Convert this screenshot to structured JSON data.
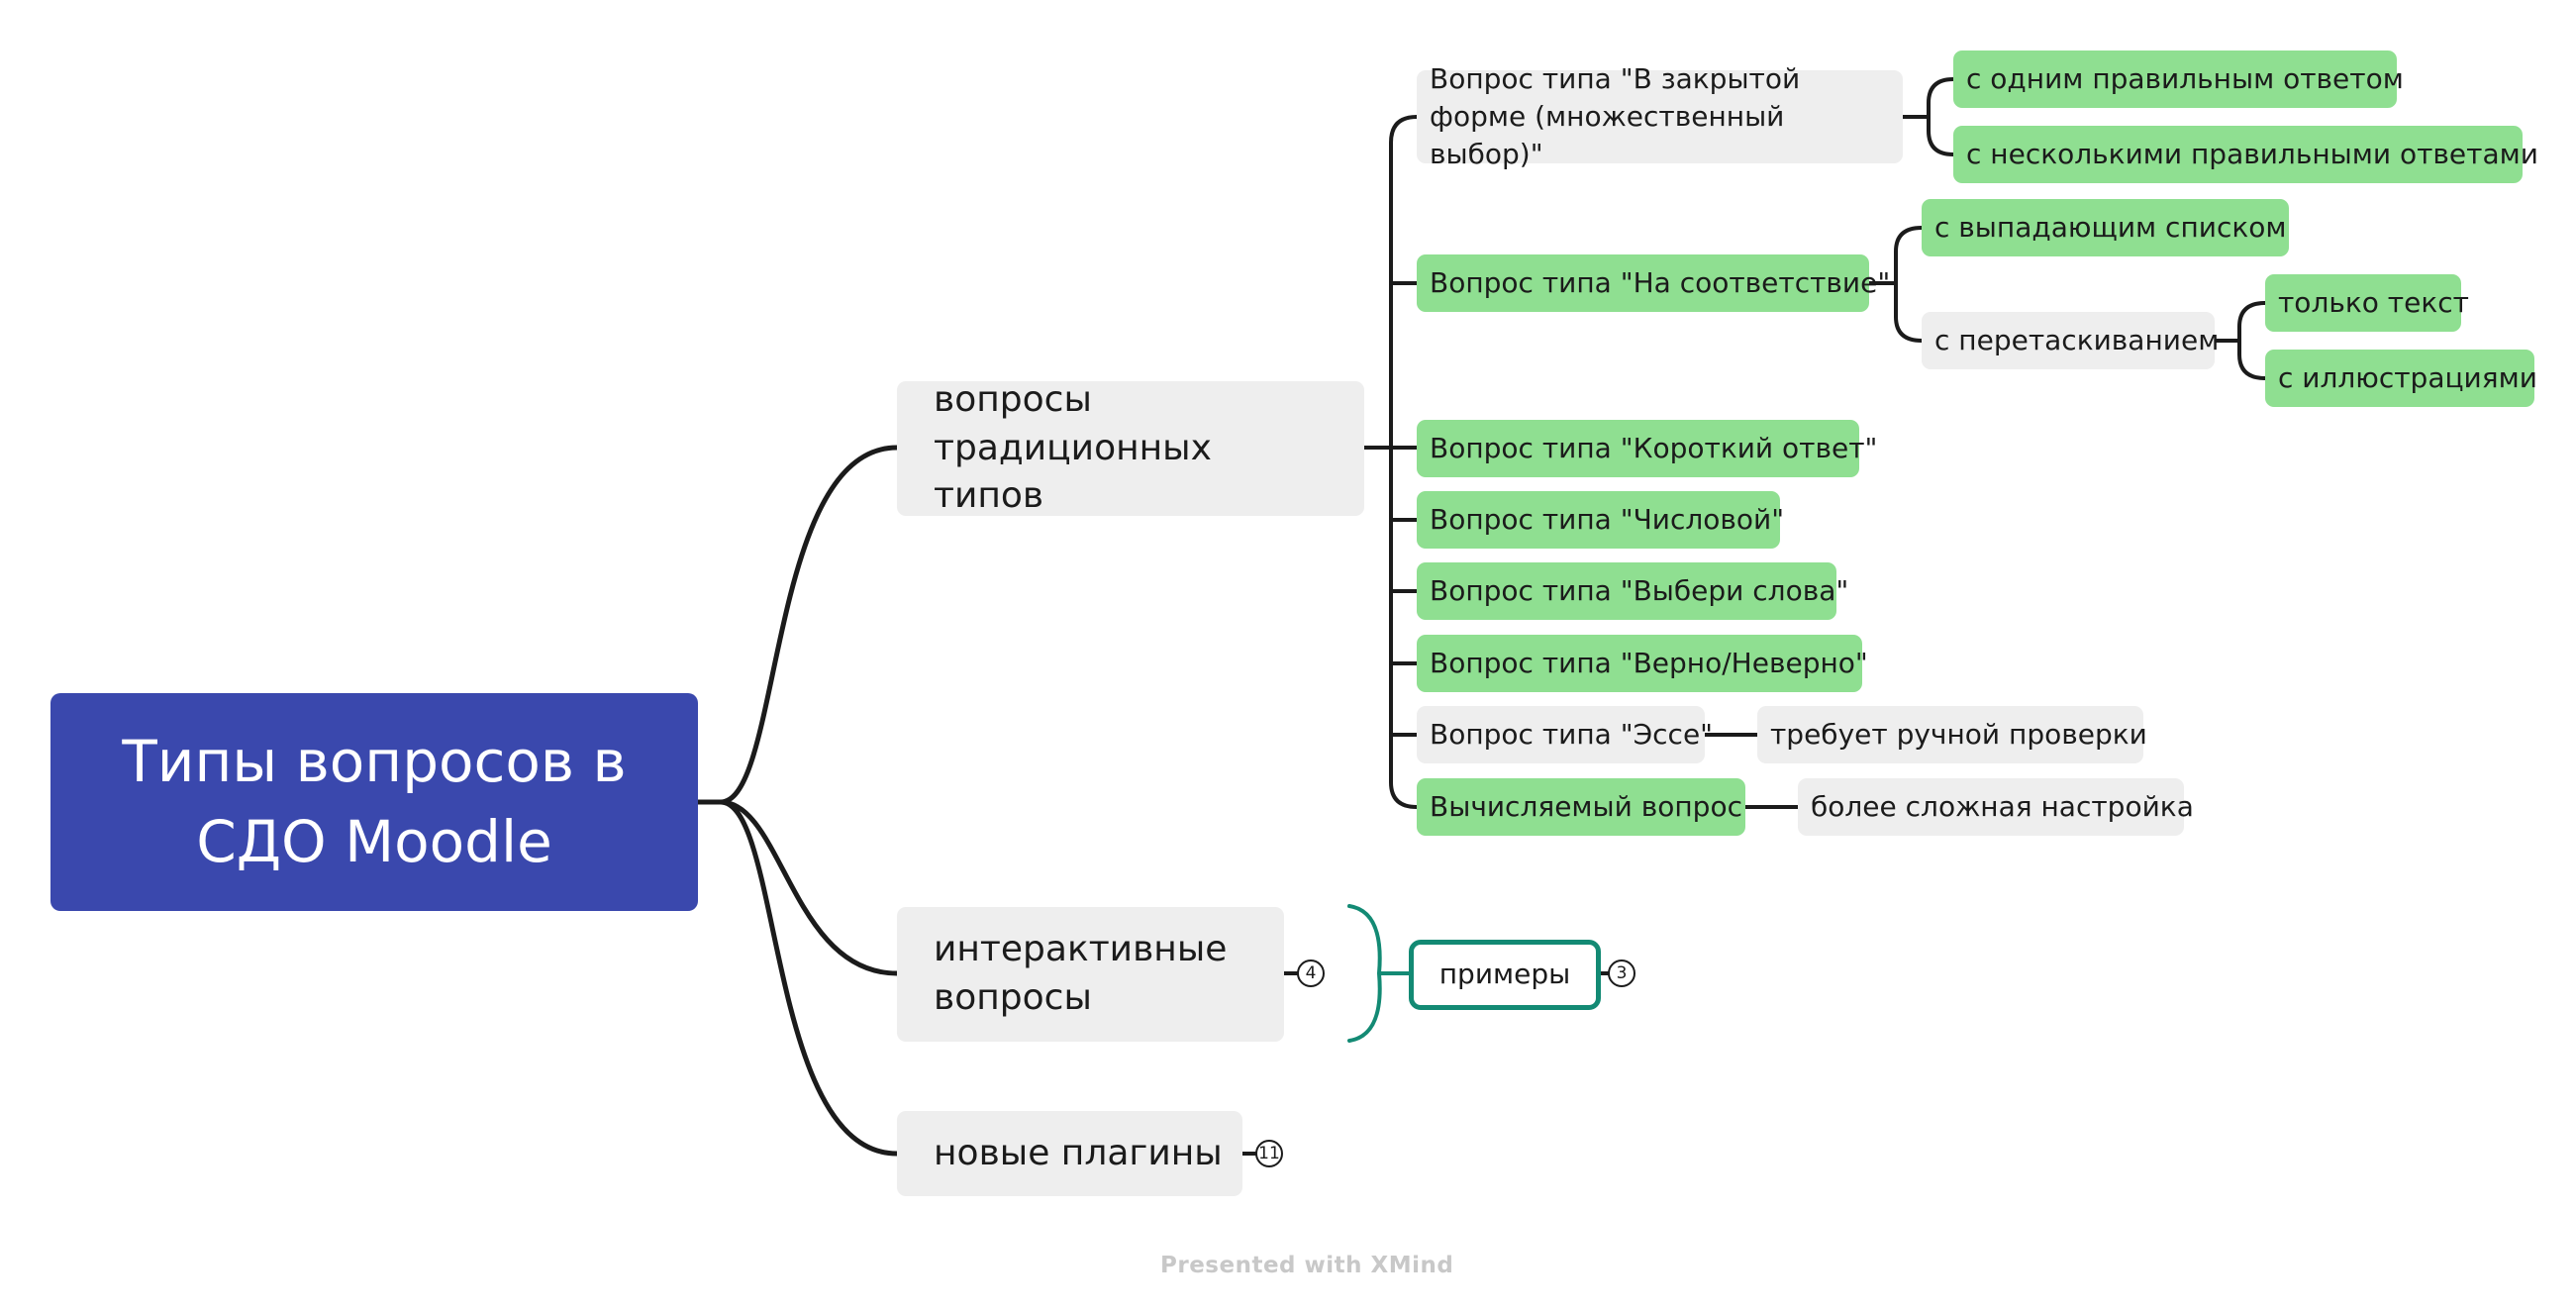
{
  "root": {
    "title": "Типы вопросов в СДО Moodle"
  },
  "branches": {
    "traditional": {
      "label": "вопросы традиционных типов",
      "children": {
        "closed": {
          "label": "Вопрос типа \"В закрытой форме (множественный выбор)\"",
          "one_correct": "с одним правильным ответом",
          "many_correct": "с несколькими правильными ответами"
        },
        "matching": {
          "label": "Вопрос типа \"На соответствие\"",
          "dropdown": "с выпадающим списком",
          "dragdrop": {
            "label": "с перетаскиванием",
            "text_only": "только текст",
            "with_images": "с иллюстрациями"
          }
        },
        "short_answer": "Вопрос типа \"Короткий ответ\"",
        "numerical": "Вопрос типа \"Числовой\"",
        "select_words": "Вопрос типа \"Выбери слова\"",
        "true_false": "Вопрос типа \"Верно/Неверно\"",
        "essay": {
          "label": "Вопрос типа \"Эссе\"",
          "note": "требует ручной проверки"
        },
        "calculated": {
          "label": "Вычисляемый вопрос",
          "note": "более сложная настройка"
        }
      }
    },
    "interactive": {
      "label": "интерактивные вопросы",
      "collapsed_count": "4",
      "boundary": {
        "label": "примеры",
        "collapsed_count": "3"
      }
    },
    "plugins": {
      "label": "новые плагины",
      "collapsed_count": "11"
    }
  },
  "colors": {
    "root_fill": "#3a48ad",
    "topic_fill": "#eeeeee",
    "highlight_fill": "#8fdf91",
    "boundary_stroke": "#138a74",
    "line": "#1b1b1b"
  },
  "watermark": "Presented with XMind"
}
